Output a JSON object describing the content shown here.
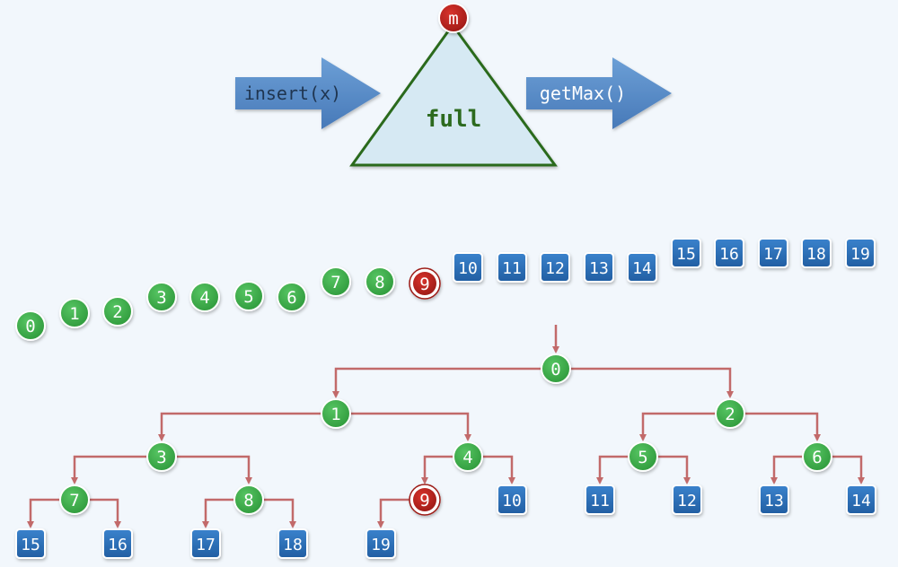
{
  "colors": {
    "background": "#f2f7fc",
    "green_node": "#3daa49",
    "red_node": "#b8211d",
    "blue_node": "#2c6fb8",
    "edge": "#c26a6a",
    "arrow_fill": "#5b8ec9",
    "triangle_fill": "#d6e9f3",
    "triangle_stroke": "#2c6a1e",
    "full_text": "#2c6a1e"
  },
  "top": {
    "insert_label": "insert(x)",
    "getmax_label": "getMax()",
    "triangle_label": "full",
    "max_marker": "m"
  },
  "sequence": [
    {
      "label": "0",
      "kind": "green"
    },
    {
      "label": "1",
      "kind": "green"
    },
    {
      "label": "2",
      "kind": "green"
    },
    {
      "label": "3",
      "kind": "green"
    },
    {
      "label": "4",
      "kind": "green"
    },
    {
      "label": "5",
      "kind": "green"
    },
    {
      "label": "6",
      "kind": "green"
    },
    {
      "label": "7",
      "kind": "green"
    },
    {
      "label": "8",
      "kind": "green"
    },
    {
      "label": "9",
      "kind": "red"
    },
    {
      "label": "10",
      "kind": "blue"
    },
    {
      "label": "11",
      "kind": "blue"
    },
    {
      "label": "12",
      "kind": "blue"
    },
    {
      "label": "13",
      "kind": "blue"
    },
    {
      "label": "14",
      "kind": "blue"
    },
    {
      "label": "15",
      "kind": "blue"
    },
    {
      "label": "16",
      "kind": "blue"
    },
    {
      "label": "17",
      "kind": "blue"
    },
    {
      "label": "18",
      "kind": "blue"
    },
    {
      "label": "19",
      "kind": "blue"
    }
  ],
  "tree": {
    "root": "0",
    "edges": [
      [
        "0",
        "1"
      ],
      [
        "0",
        "2"
      ],
      [
        "1",
        "3"
      ],
      [
        "1",
        "4"
      ],
      [
        "2",
        "5"
      ],
      [
        "2",
        "6"
      ],
      [
        "3",
        "7"
      ],
      [
        "3",
        "8"
      ],
      [
        "4",
        "9"
      ],
      [
        "4",
        "10"
      ],
      [
        "5",
        "11"
      ],
      [
        "5",
        "12"
      ],
      [
        "6",
        "13"
      ],
      [
        "6",
        "14"
      ],
      [
        "7",
        "15"
      ],
      [
        "7",
        "16"
      ],
      [
        "8",
        "17"
      ],
      [
        "8",
        "18"
      ],
      [
        "9",
        "19"
      ]
    ]
  }
}
